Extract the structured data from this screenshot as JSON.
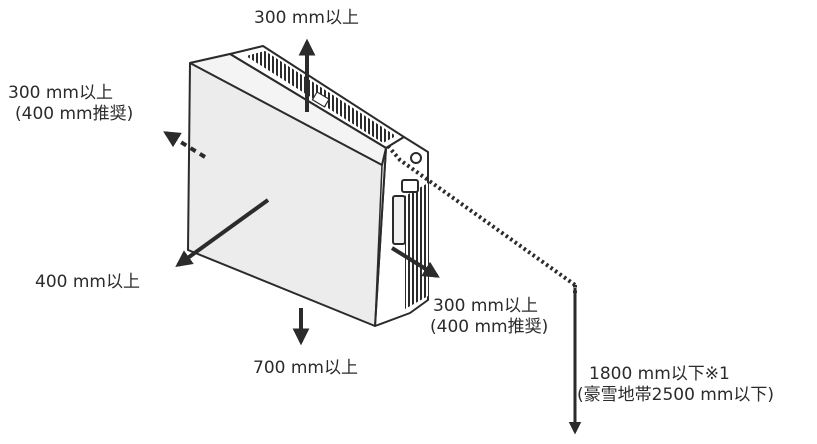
{
  "labels": {
    "top": "300 mm以上",
    "left_line1": "300 mm以上",
    "left_line2": "(400 mm推奨)",
    "front": "400 mm以上",
    "right_line1": "300 mm以上",
    "right_line2": "(400 mm推奨)",
    "bottom": "700 mm以上",
    "height_line1": "1800 mm以下※1",
    "height_line2": "(豪雪地帯2500 mm以下)"
  },
  "colors": {
    "ink": "#2b2b2b",
    "panel_front": "#ececec",
    "panel_side": "#f7f7f7",
    "vent": "#2b2b2b"
  }
}
